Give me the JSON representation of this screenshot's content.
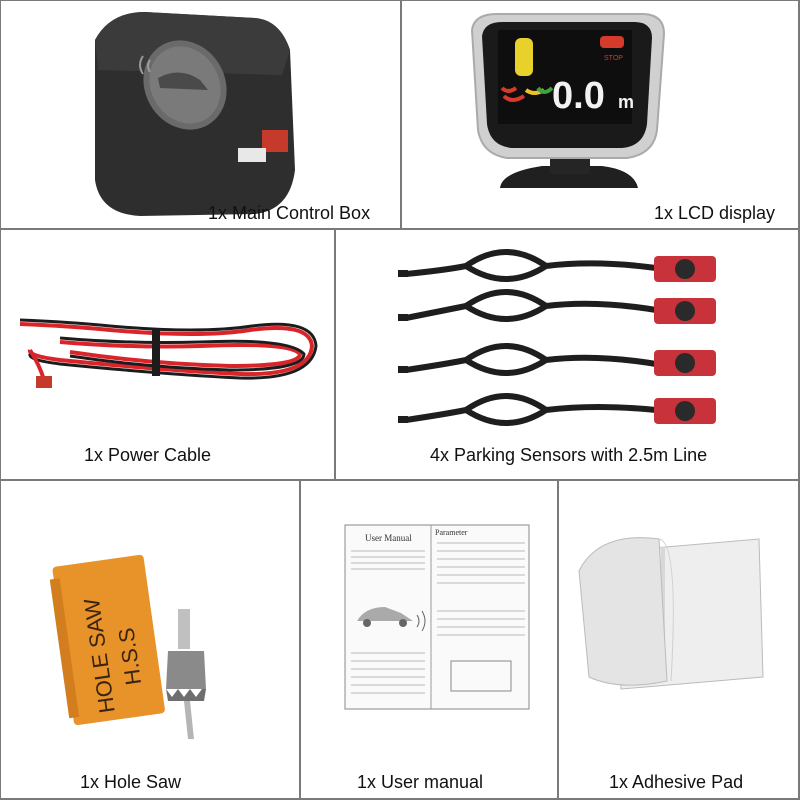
{
  "panels": {
    "control_box": {
      "caption": "1x Main Control Box"
    },
    "lcd_display": {
      "caption": "1x LCD display",
      "readout": "0.0",
      "unit": "m",
      "stop_label": "STOP"
    },
    "power_cable": {
      "caption": "1x Power Cable"
    },
    "sensors": {
      "caption": "4x Parking Sensors with 2.5m Line"
    },
    "hole_saw": {
      "caption": "1x Hole Saw",
      "box_text_1": "HOLE SAW",
      "box_text_2": "H.S.S"
    },
    "manual": {
      "caption": "1x User manual",
      "title": "User Manual",
      "side_title": "Parameter"
    },
    "adhesive": {
      "caption": "1x Adhesive Pad"
    }
  },
  "colors": {
    "sensor_red": "#c8323a",
    "cable_red": "#d9242a",
    "box_orange": "#e8922a",
    "lcd_bg": "#1a1a1a"
  }
}
